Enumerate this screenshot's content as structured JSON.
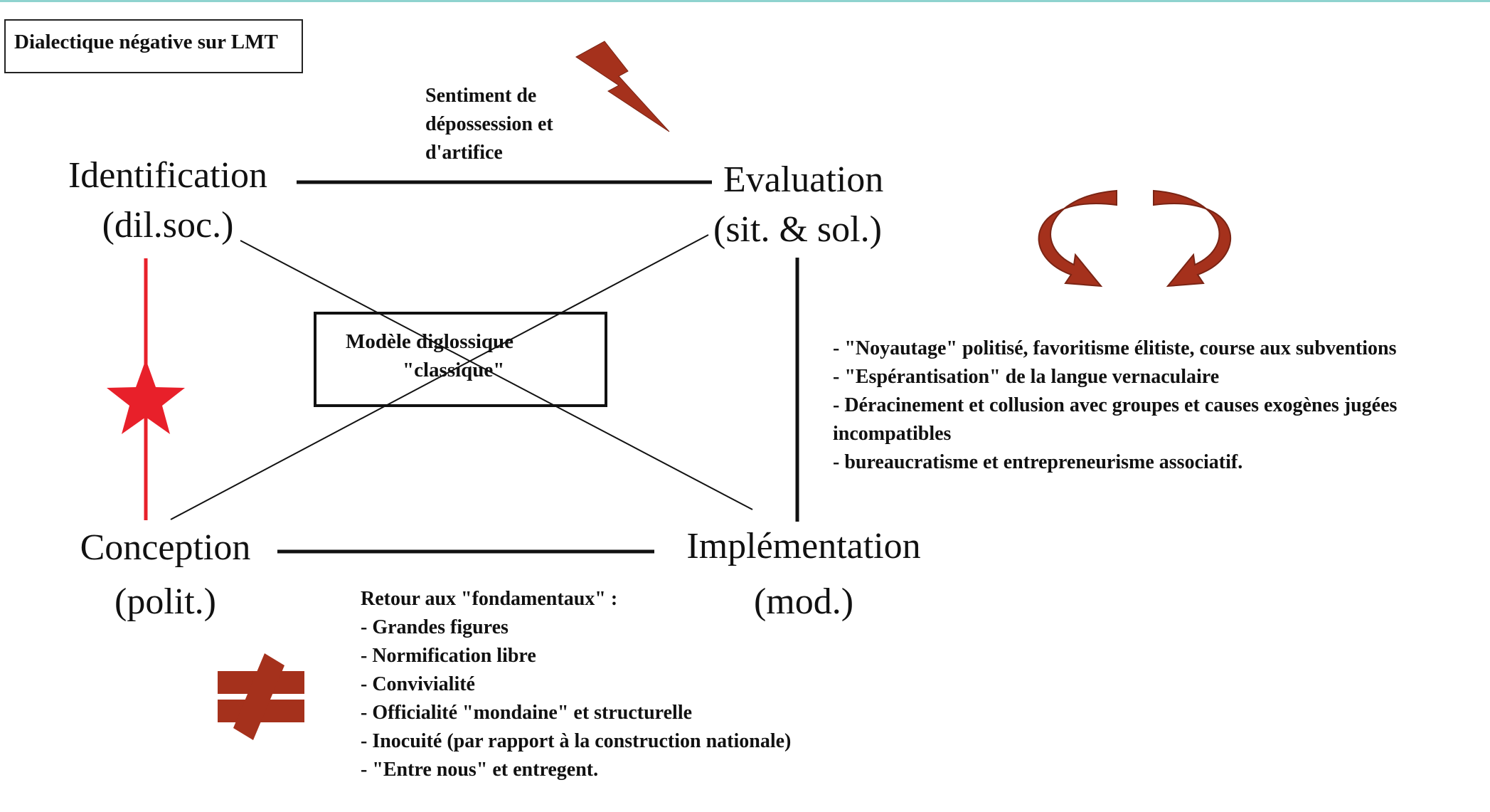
{
  "title": "Dialectique négative sur LMT",
  "nodes": {
    "identification": {
      "line1": "Identification",
      "line2": "(dil.soc.)"
    },
    "evaluation": {
      "line1": "Evaluation",
      "line2": "(sit. & sol.)"
    },
    "conception": {
      "line1": "Conception",
      "line2": "(polit.)"
    },
    "implementation": {
      "line1": "Implémentation",
      "line2": "(mod.)"
    }
  },
  "model_box": {
    "line1": "Modèle diglossique",
    "line2": "\"classique\""
  },
  "top_note": {
    "line1": "Sentiment de",
    "line2": "dépossession et",
    "line3": "d'artifice"
  },
  "right_list": [
    "- \"Noyautage\" politisé, favoritisme élitiste, course aux subventions",
    "- \"Espérantisation\" de la langue vernaculaire",
    "- Déracinement et collusion avec groupes et causes exogènes jugées",
    "incompatibles",
    "- bureaucratisme et entrepreneurisme associatif."
  ],
  "bottom_list": {
    "heading": "Retour aux \"fondamentaux\" :",
    "items": [
      "- Grandes figures",
      "- Normification libre",
      "- Convivialité",
      "- Officialité \"mondaine\" et structurelle",
      "- Inocuité (par rapport à la construction nationale)",
      "- \"Entre nous\" et entregent."
    ]
  },
  "icons": [
    "lightning-icon",
    "star-icon",
    "not-equal-icon",
    "cycle-arrows-icon"
  ],
  "colors": {
    "red": "#e8202a",
    "brick": "#a5311c",
    "line": "#111111"
  }
}
